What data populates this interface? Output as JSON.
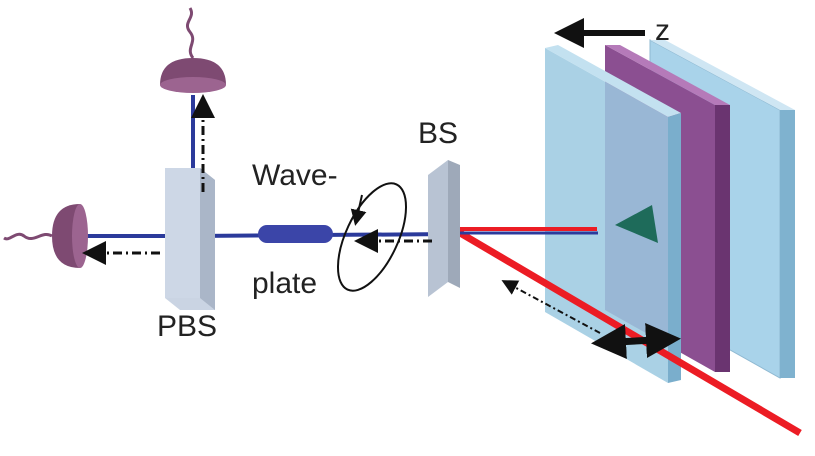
{
  "labels": {
    "axis": "z",
    "beam_splitter": "BS",
    "waveplate_line1": "Wave-",
    "waveplate_line2": "plate",
    "polarizing_beam_splitter": "PBS"
  },
  "colors": {
    "background": "#ffffff",
    "blue_beam": "#2b3a9b",
    "red_beam": "#ec1c24",
    "glass": "#c4cfe0",
    "glass_light_plate": "#a9d3ea",
    "purple_plate": "#8b4f91",
    "detector": "#7e4a72",
    "waveplate_element": "#3b45a8",
    "sample_triangle": "#1e6b5a",
    "arrow_ink": "#111111"
  }
}
